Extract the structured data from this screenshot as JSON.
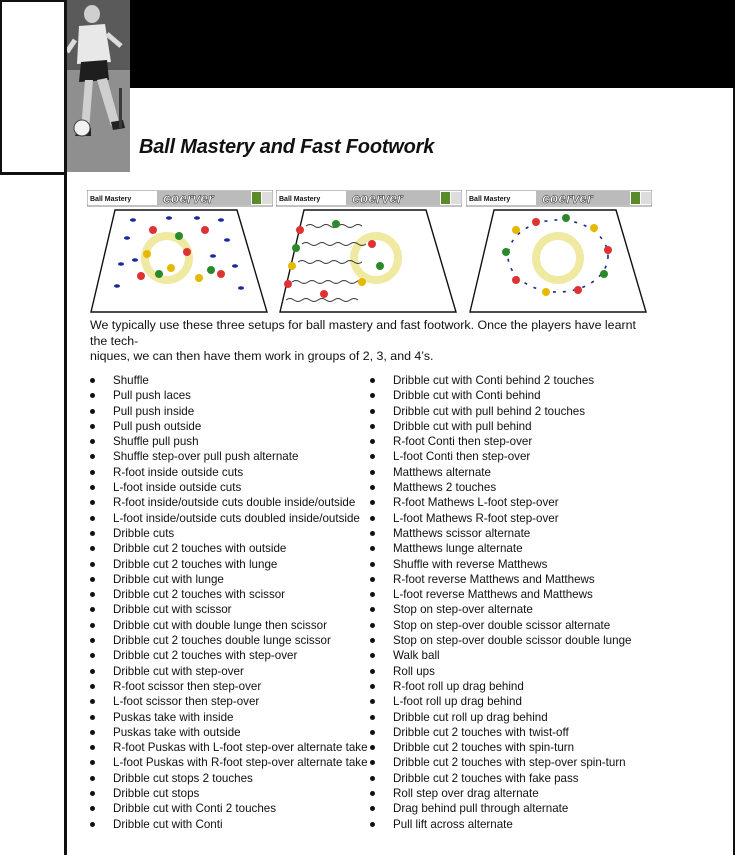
{
  "header": {
    "title": "Ball Mastery and Fast Footwork"
  },
  "diagrams": [
    {
      "label": "Ball Mastery",
      "brand": "coerver",
      "setup": "random scatter"
    },
    {
      "label": "Ball Mastery",
      "brand": "coerver",
      "setup": "lanes"
    },
    {
      "label": "Ball Mastery",
      "brand": "coerver",
      "setup": "circle"
    }
  ],
  "intro": {
    "line1": "We typically use these three setups for ball mastery and fast footwork.  Once the players have learnt the tech-",
    "line2": "niques, we can then have them work in groups of 2, 3, and 4’s."
  },
  "drills_left": [
    "Shuffle",
    "Pull push laces",
    "Pull push inside",
    "Pull push outside",
    "Shuffle pull push",
    "Shuffle step-over pull push alternate",
    "R-foot inside outside cuts",
    "L-foot inside outside cuts",
    "R-foot inside/outside cuts double inside/outside",
    "L-foot inside/outside cuts doubled inside/outside",
    "Dribble cuts",
    "Dribble cut 2 touches with outside",
    "Dribble cut 2 touches with lunge",
    "Dribble cut with lunge",
    "Dribble cut 2 touches with scissor",
    "Dribble cut with scissor",
    "Dribble cut with double lunge then scissor",
    "Dribble cut 2 touches double lunge  scissor",
    "Dribble cut 2 touches with step-over",
    "Dribble cut with step-over",
    "R-foot scissor then step-over",
    "L-foot scissor then step-over",
    "Puskas take with inside",
    "Puskas take with outside",
    "R-foot Puskas with L-foot step-over alternate take",
    "L-foot Puskas with R-foot step-over alternate take",
    "Dribble cut stops 2 touches",
    "Dribble cut stops",
    "Dribble cut with Conti 2 touches",
    "Dribble cut with Conti"
  ],
  "drills_right": [
    "Dribble cut with Conti behind 2 touches",
    "Dribble cut with Conti behind",
    "Dribble cut with pull behind 2 touches",
    "Dribble cut with pull behind",
    "R-foot Conti then step-over",
    "L-foot Conti then step-over",
    "Matthews alternate",
    "Matthews 2 touches",
    "R-foot Mathews L-foot step-over",
    "L-foot Mathews R-foot step-over",
    "Matthews scissor alternate",
    "Matthews lunge alternate",
    "Shuffle with reverse Matthews",
    "R-foot reverse Matthews and Matthews",
    "L-foot reverse Matthews and Matthews",
    "Stop on step-over alternate",
    "Stop on step-over double scissor alternate",
    "Stop on step-over double scissor double lunge",
    "Walk ball",
    "Roll ups",
    "R-foot roll up drag behind",
    "L-foot roll up drag behind",
    "Dribble cut roll up drag behind",
    "Dribble cut 2 touches with twist-off",
    "Dribble cut 2 touches with spin-turn",
    "Dribble cut 2 touches with step-over spin-turn",
    "Dribble cut 2 touches with fake pass",
    "Roll step over drag alternate",
    "Drag behind pull through alternate",
    "Pull lift across alternate"
  ],
  "colors": {
    "bar": "#000000",
    "text": "#111111",
    "logo_green": "#5a8a2a",
    "watermark": "#e8e07a",
    "cone_blue": "#1b2a9a"
  }
}
